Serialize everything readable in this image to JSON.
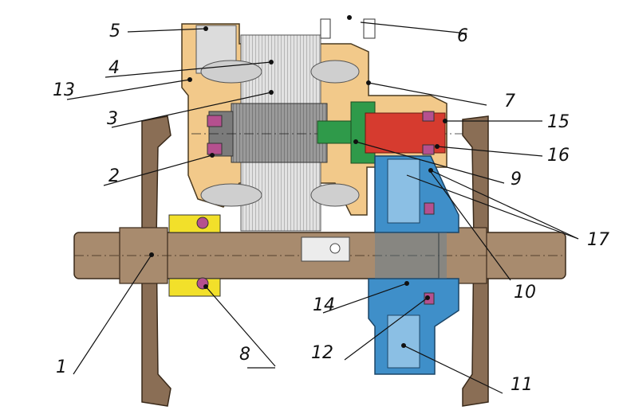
{
  "diagram": {
    "callouts": [
      {
        "id": "1",
        "text": "1"
      },
      {
        "id": "2",
        "text": "2"
      },
      {
        "id": "3",
        "text": "3"
      },
      {
        "id": "4",
        "text": "4"
      },
      {
        "id": "5",
        "text": "5"
      },
      {
        "id": "6",
        "text": "6"
      },
      {
        "id": "7",
        "text": "7"
      },
      {
        "id": "8",
        "text": "8"
      },
      {
        "id": "9",
        "text": "9"
      },
      {
        "id": "10",
        "text": "10"
      },
      {
        "id": "11",
        "text": "11"
      },
      {
        "id": "12",
        "text": "12"
      },
      {
        "id": "13",
        "text": "13"
      },
      {
        "id": "14",
        "text": "14"
      },
      {
        "id": "15",
        "text": "15"
      },
      {
        "id": "16",
        "text": "16"
      },
      {
        "id": "17",
        "text": "17"
      }
    ],
    "colors": {
      "axle": "#a88b6e",
      "wheel": "#8a6e55",
      "housing": "#f2c98a",
      "rotor": "#7b7b7b",
      "stator": "#d6d6d6",
      "gearbox": "#3f8fc9",
      "bearing": "#b5508f",
      "bushing": "#f2e02a",
      "shaft_green": "#2f9a4a",
      "shaft_red": "#d63b2f"
    }
  }
}
